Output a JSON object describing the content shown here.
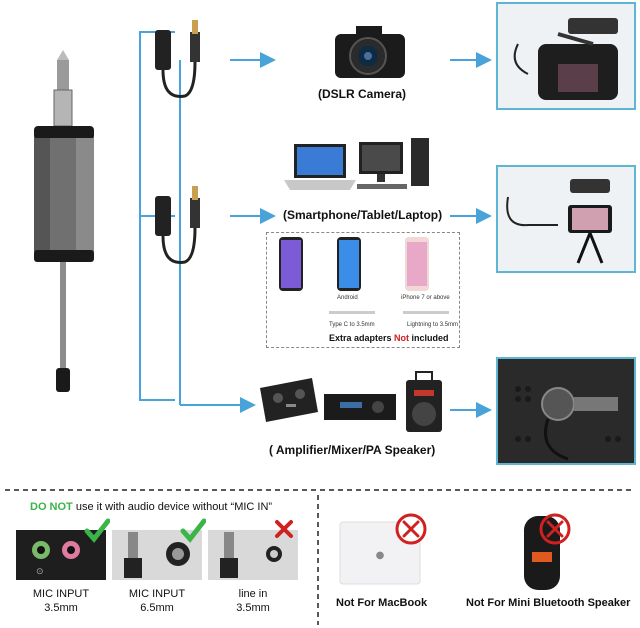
{
  "colors": {
    "flow_line": "#4aa3d8",
    "accent_green": "#3ab54a",
    "warning_red": "#d02020",
    "panel_border": "#5fb6d2"
  },
  "labels": {
    "dslr": "(DSLR Camera)",
    "smartphone": "(Smartphone/Tablet/Laptop)",
    "amplifier": "( Amplifier/Mixer/PA Speaker)"
  },
  "adapters": {
    "android": "Android",
    "iphone": "iPhone 7 or above",
    "typec": "Type C to 3.5mm",
    "lightning": "Lightning to 3.5mm",
    "note_prefix": "Extra adapters ",
    "note_not": "Not",
    "note_suffix": " included"
  },
  "warning": {
    "do_not": "DO NOT",
    "rest": " use it with audio device without “MIC IN”"
  },
  "ports": [
    {
      "line1": "MIC INPUT",
      "line2": "3.5mm",
      "status": "check"
    },
    {
      "line1": "MIC INPUT",
      "line2": "6.5mm",
      "status": "check"
    },
    {
      "line1": "line in",
      "line2": "3.5mm",
      "status": "cross"
    }
  ],
  "not_for": {
    "macbook": "Not For MacBook",
    "bluetooth": "Not For Mini Bluetooth Speaker"
  },
  "icons": [
    "microphone-receiver-icon",
    "adapter-cable-icon",
    "dslr-camera-icon",
    "laptop-icon",
    "desktop-pc-icon",
    "android-phone-icon",
    "iphone-icon",
    "mixer-icon",
    "receiver-icon",
    "pa-speaker-icon",
    "checkmark-icon",
    "cross-icon",
    "macbook-icon",
    "bluetooth-speaker-icon"
  ]
}
